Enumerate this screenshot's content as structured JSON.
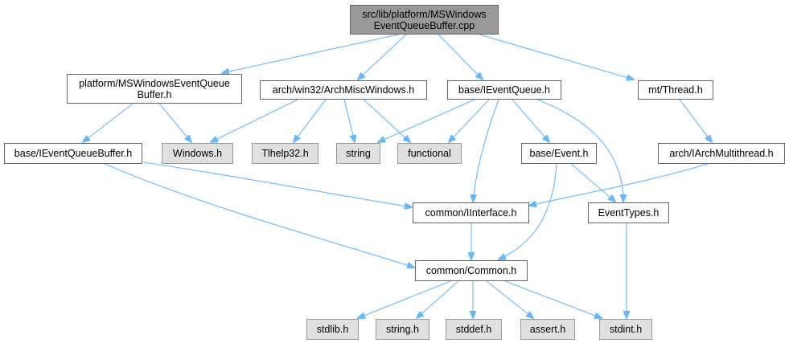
{
  "colors": {
    "edge": "#63b8ff",
    "root_fill": "#999999",
    "node_fill": "#ffffff",
    "external_fill": "#e0e0e0",
    "node_border": "#666666"
  },
  "nodes": {
    "root": "src/lib/platform/MSWindows\nEventQueueBuffer.cpp",
    "platform_header": "platform/MSWindowsEventQueue\nBuffer.h",
    "arch_misc_windows": "arch/win32/ArchMiscWindows.h",
    "base_ieventqueue": "base/IEventQueue.h",
    "mt_thread": "mt/Thread.h",
    "base_ieventqueuebuffer": "base/IEventQueueBuffer.h",
    "windows_h": "Windows.h",
    "tlhelp32": "Tlhelp32.h",
    "string": "string",
    "functional": "functional",
    "base_event": "base/Event.h",
    "arch_iarchmultithread": "arch/IArchMultithread.h",
    "common_iinterface": "common/IInterface.h",
    "event_types": "EventTypes.h",
    "common_common": "common/Common.h",
    "stdlib": "stdlib.h",
    "string_h": "string.h",
    "stddef": "stddef.h",
    "assert": "assert.h",
    "stdint": "stdint.h"
  }
}
